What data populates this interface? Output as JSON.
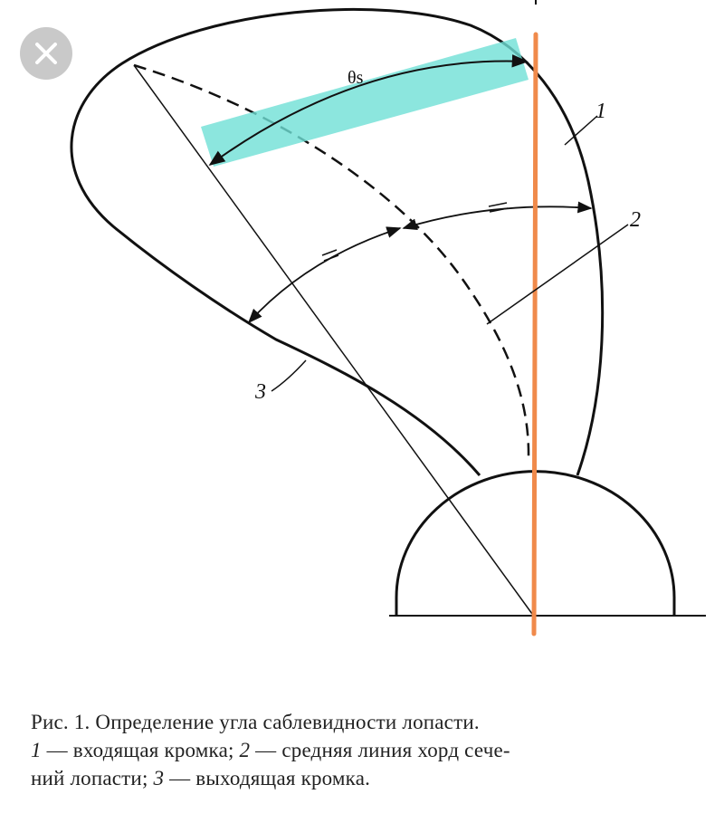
{
  "figure": {
    "theta_label": "θs",
    "label_1": "1",
    "label_2": "2",
    "label_3": "3"
  },
  "caption": {
    "line1": "Рис. 1. Определение угла саблевидности лопасти.",
    "num1": "1",
    "text1": " — входящая кромка; ",
    "num2": "2",
    "text2": " — средняя линия хорд сече-",
    "line3_a": "ний лопасти; ",
    "num3": "3",
    "line3_b": " — выходящая кромка."
  },
  "icons": [
    "close-icon"
  ],
  "colors": {
    "highlight": "#6fe0d6",
    "vertical_marker": "#f08a4b",
    "close_button": "#c9c9c9",
    "ink": "#111111"
  }
}
